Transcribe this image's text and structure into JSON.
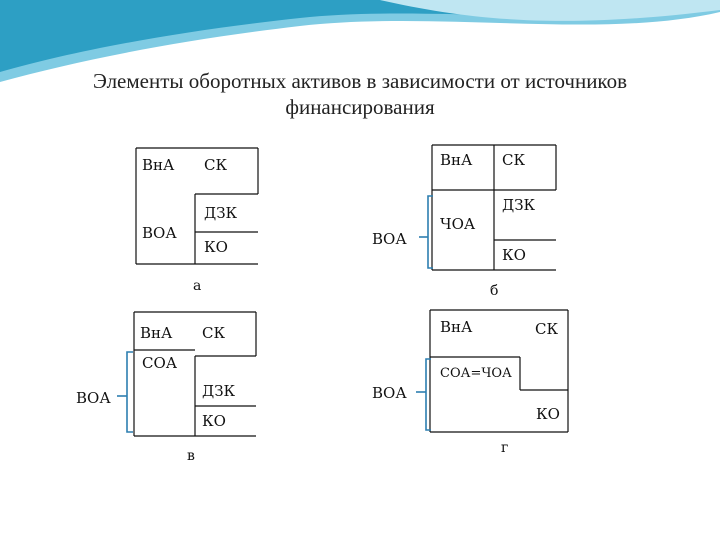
{
  "title": {
    "line1": "Элементы оборотных активов в зависимости от источников",
    "line2": "финансирования"
  },
  "colors": {
    "accent": "#2d9fc4",
    "accent_light": "#7fcbe3",
    "bracket": "#2d7fb0",
    "line": "#111111"
  },
  "diagrams": {
    "a": {
      "caption": "а",
      "vna": "ВнА",
      "sk": "СК",
      "dzk": "ДЗК",
      "voa": "ВОА",
      "ko": "КО"
    },
    "b": {
      "caption": "б",
      "vna": "ВнА",
      "sk": "СК",
      "dzk": "ДЗК",
      "choa": "ЧОА",
      "voa": "ВОА",
      "ko": "КО"
    },
    "v": {
      "caption": "в",
      "vna": "ВнА",
      "sk": "СК",
      "soa": "СОА",
      "dzk": "ДЗК",
      "voa": "ВОА",
      "ko": "КО"
    },
    "g": {
      "caption": "г",
      "vna": "ВнА",
      "sk": "СК",
      "soa_choa": "СОА=ЧОА",
      "voa": "ВОА",
      "ko": "КО"
    }
  }
}
